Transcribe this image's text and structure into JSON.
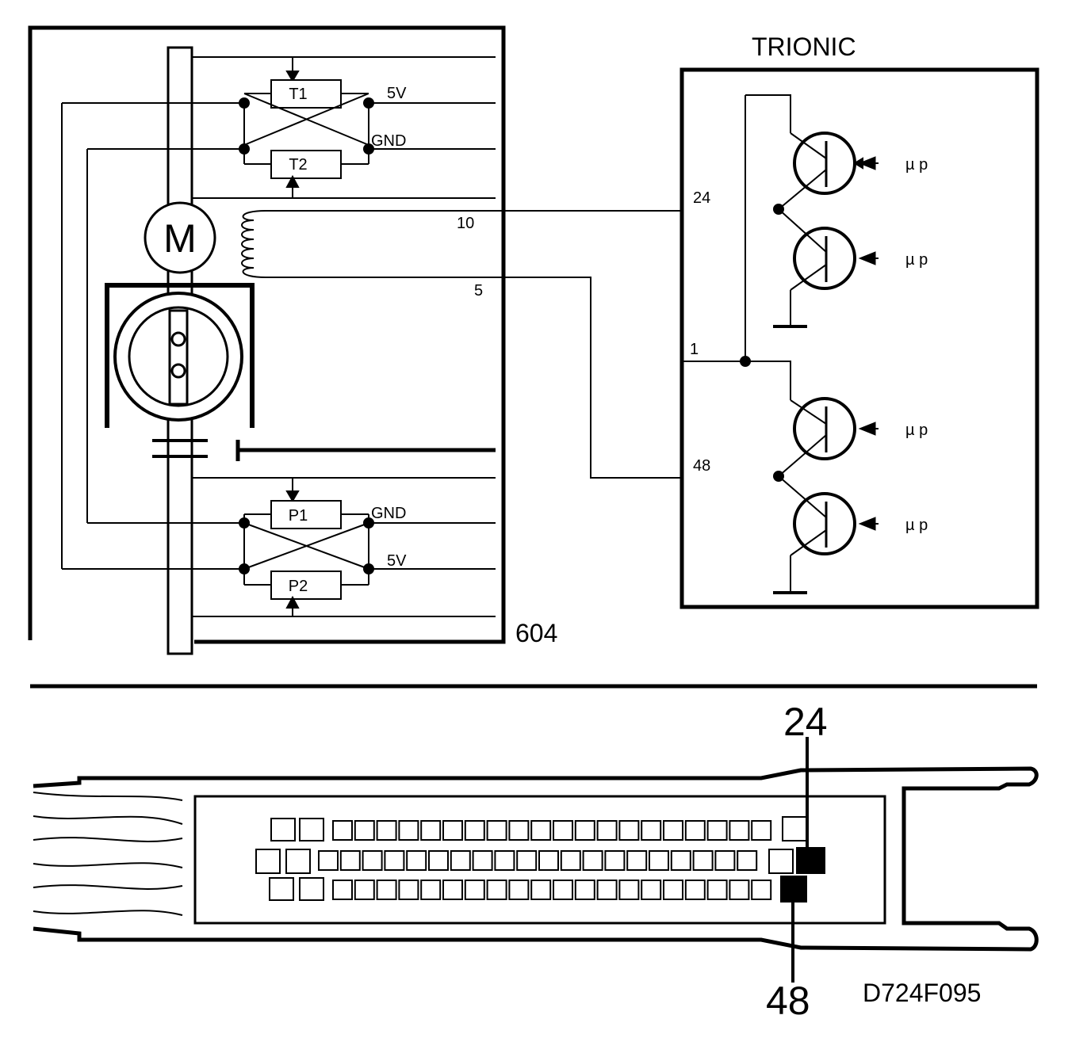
{
  "throttle_unit": {
    "id_label": "604",
    "motor_label": "M",
    "sensor_labels": [
      "T1",
      "T2",
      "P1",
      "P2"
    ],
    "supply_labels": {
      "t1": "5V",
      "t2": "GND",
      "p1": "GND",
      "p2": "5V"
    },
    "wire_labels": {
      "upper": "10",
      "lower": "5"
    }
  },
  "ecu": {
    "title": "TRIONIC",
    "pin_labels": [
      "24",
      "1",
      "48"
    ],
    "driver_input_label": "µ p"
  },
  "connector": {
    "pin_callouts": [
      "24",
      "48"
    ]
  },
  "figure_code": "D724F095"
}
